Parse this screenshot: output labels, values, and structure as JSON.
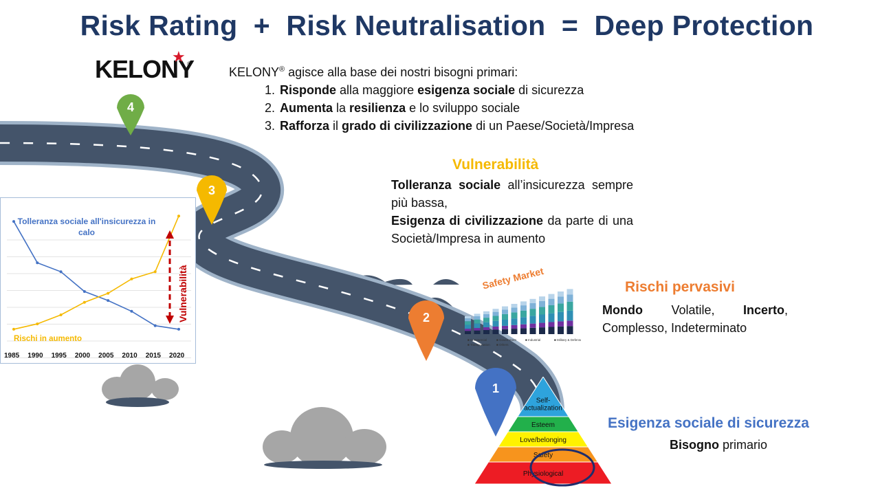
{
  "title": "Risk Rating  +  Risk Neutralisation  =  Deep Protection",
  "logo": {
    "text": "KELONY",
    "reg": "®"
  },
  "intro": {
    "brand": "KELONY",
    "reg": "®",
    "lead": " agisce alla base dei nostri bisogni primari:",
    "items": [
      {
        "b1": "Risponde",
        "t1": " alla maggiore ",
        "b2": "esigenza sociale",
        "t2": " di sicurezza"
      },
      {
        "b1": "Aumenta",
        "t1": " la ",
        "b2": "resilienza",
        "t2": " e lo sviluppo sociale"
      },
      {
        "b1": "Rafforza",
        "t1": " il ",
        "b2": "grado di civilizzazione",
        "t2": " di un Paese/Società/Impresa"
      }
    ]
  },
  "pins": [
    {
      "label": "1",
      "color": "#4472c4"
    },
    {
      "label": "2",
      "color": "#ed7d31"
    },
    {
      "label": "3",
      "color": "#f5b900"
    },
    {
      "label": "4",
      "color": "#70ad47"
    }
  ],
  "vulnerability": {
    "title": "Vulnerabilità",
    "b1": "Tolleranza sociale",
    "t1": " all’insicurezza sempre più bassa,",
    "b2": "Esigenza di civilizzazione",
    "t2": " da parte di una Società/Impresa in aumento"
  },
  "risks": {
    "title": "Rischi pervasivi",
    "b1": "Mondo",
    "t1": " Volatile, ",
    "b2": "Incerto",
    "t2": ", Complesso, Indeterminato"
  },
  "need": {
    "title": "Esigenza sociale di sicurezza",
    "bold": "Bisogno",
    "text": " primario"
  },
  "pyramid": {
    "levels": [
      {
        "label": "Self-\nactualization",
        "color": "#2ea3dc"
      },
      {
        "label": "Esteem",
        "color": "#22b04b"
      },
      {
        "label": "Love/belonging",
        "color": "#fff200"
      },
      {
        "label": "Safety",
        "color": "#f7941d"
      },
      {
        "label": "Physiological",
        "color": "#ed1c24"
      }
    ],
    "highlight_color": "#1f2d6b"
  },
  "chart_data": {
    "type": "line",
    "x": [
      1985,
      1990,
      1995,
      2000,
      2005,
      2010,
      2015,
      2020
    ],
    "series": [
      {
        "name": "Tolleranza sociale all'insicurezza in calo",
        "color": "#4472c4",
        "values": [
          9.5,
          7.2,
          6.7,
          5.6,
          5.1,
          4.5,
          3.7,
          3.5
        ]
      },
      {
        "name": "Rischi in aumento",
        "color": "#f5b900",
        "values": [
          3.5,
          3.8,
          4.3,
          5.0,
          5.5,
          6.3,
          6.7,
          9.8
        ]
      }
    ],
    "annotation": "Vulnerabilità",
    "ylim": [
      3,
      10
    ],
    "grid": true
  },
  "safety_market": {
    "title": "Safety Market",
    "legend": [
      "Commercial",
      "Government",
      "Industrial",
      "Military & Defense",
      "Transportation",
      "Others"
    ]
  },
  "colors": {
    "road": "#44546a",
    "road_edge": "#9fb3c8",
    "mountain": "#44546a",
    "cloud": "#a6a6a6"
  }
}
